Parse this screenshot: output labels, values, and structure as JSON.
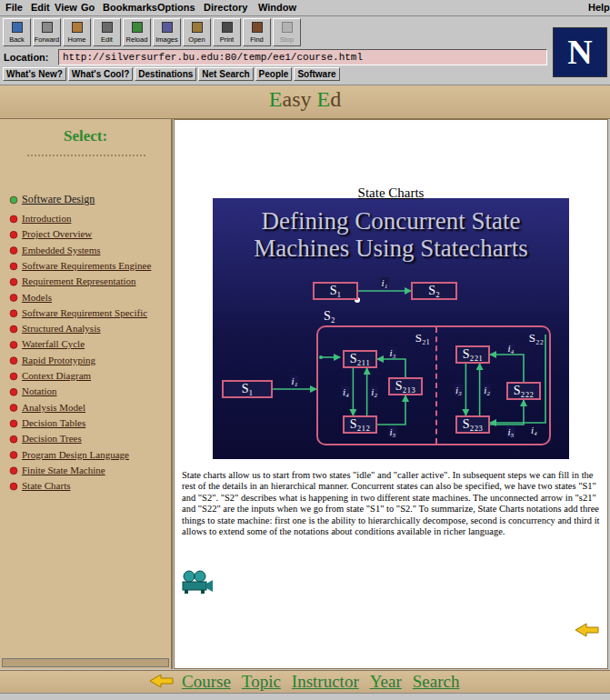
{
  "diagram": {
    "title": "State Charts",
    "nodes": [
      {
        "text": [
          "S₁"
        ]
      },
      {
        "text": [
          "S₂"
        ]
      },
      {
        "text": [
          "S₁"
        ]
      },
      {
        "text": [
          "S₂"
        ]
      },
      {
        "text": [
          "S₂₁"
        ],
        "in": 3
      },
      {
        "text": [
          "S₂₁₁"
        ],
        "in": 4
      },
      {
        "text": [
          "S₂₁₃"
        ],
        "in": 4
      },
      {
        "text": [
          "S₂₁₂"
        ],
        "in": 4
      },
      {
        "text": [
          "S₂₂"
        ],
        "in": 3
      },
      {
        "text": [
          "S₂₂₁"
        ],
        "in": 8
      },
      {
        "text": [
          "S₂₂₂"
        ],
        "in": 8
      },
      {
        "text": [
          "S₂₂₃"
        ],
        "in": 8
      }
    ],
    "edges": [
      {
        "from": 0,
        "to": 1,
        "arrow": "to",
        "label": "i₁"
      },
      {
        "from": 2,
        "to": 3,
        "arrow": "to",
        "label": "i₁"
      },
      {
        "from": 5,
        "to": 7,
        "arrow": "to",
        "label": "i₄"
      },
      {
        "from": 7,
        "to": 5,
        "arrow": "to",
        "label": "i₂"
      },
      {
        "from": 6,
        "to": 5,
        "arrow": "to",
        "label": "i₃"
      },
      {
        "from": 7,
        "to": 6,
        "arrow": "to",
        "label": "i₅"
      },
      {
        "from": 9,
        "to": 11,
        "arrow": "to",
        "label": "i₃"
      },
      {
        "from": 11,
        "to": 9,
        "arrow": "to",
        "label": "i₂"
      },
      {
        "from": 10,
        "to": 9,
        "arrow": "to",
        "label": "i₄"
      },
      {
        "from": 11,
        "to": 10,
        "arrow": "to",
        "label": "i₅"
      }
    ],
    "labels": [
      "File",
      "Edit",
      "View",
      "Go",
      "Bookmarks",
      "Options",
      "Directory",
      "Window",
      "Help",
      "Back",
      "Forward",
      "Home",
      "Edit",
      "Reload",
      "Images",
      "Open",
      "Print",
      "Find",
      "Stop",
      "Location:",
      "http://silversurfer.bu.edu:80/temp/ee1/course.html",
      "What's New?",
      "What's Cool?",
      "Destinations",
      "Net Search",
      "People",
      "Software",
      "N",
      "Easy",
      "Ed",
      "Select:",
      "Software Design",
      "Introduction",
      "Project Overview",
      "Embedded Systems",
      "Software Requirements Enginee",
      "Requirement Representation",
      "Models",
      "Software Requirement Specific",
      "Structured Analysis",
      "Waterfall Cycle",
      "Rapid Prototyping",
      "Context Diagram",
      "Notation",
      "Analysis Model",
      "Decision Tables",
      "Decision Trees",
      "Program Design Language",
      "Finite State Machine",
      "State Charts",
      "Defining Concurrent State Machines Using Statecharts",
      "State charts allow us to start from two states \"idle\" and \"caller active\". In subsequent steps we can fill in the rest of the details in an hierarchical manner. Concurrent states can also be specified, we have two states \"S1\" and \"S2\". \"S2\" describes what is happening in two different state machines. The unconnected arrow in \"s21\" and \"S22\" are the inputs when we go from state \"S1\" to \"S2.\" To summarize, State Charts notations add three things to state machine: first one is the ability to hierarchically decompose, second is concurrency and third it allows to extend some of the notations about conditions available in richer language.",
      "i₄",
      "Course",
      "Topic",
      "Instructor",
      "Year",
      "Search"
    ]
  }
}
